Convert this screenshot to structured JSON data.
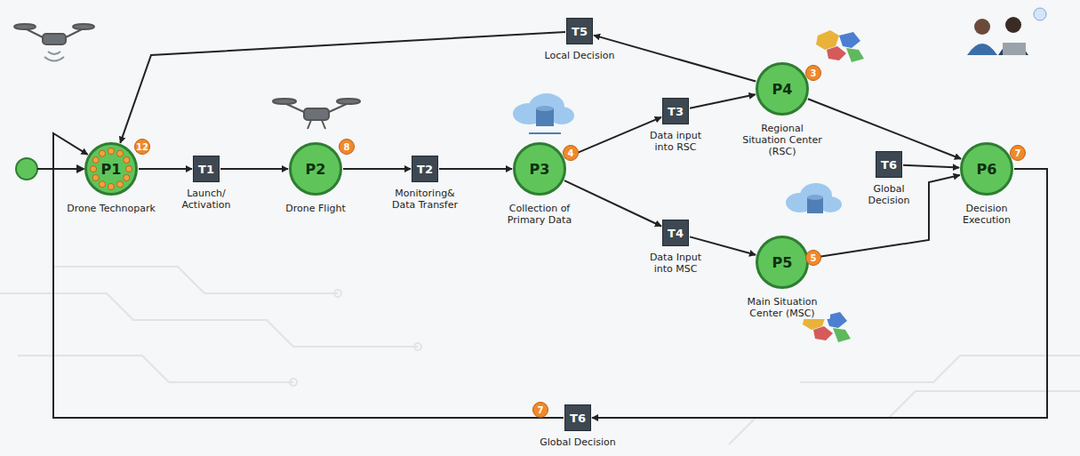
{
  "diagram": {
    "nodes": [
      {
        "text": [
          "P1",
          "Drone Technopark"
        ]
      },
      {
        "text": [
          "T1",
          "Launch/ Activation"
        ]
      },
      {
        "text": [
          "P2",
          "Drone Flight"
        ]
      },
      {
        "text": [
          "T2",
          "Monitoring& Data Transfer"
        ]
      },
      {
        "text": [
          "P3",
          "Collection of Primary Data"
        ]
      },
      {
        "text": [
          "T5",
          "Local Decision"
        ]
      },
      {
        "text": [
          "T3",
          "Data input into RSC"
        ]
      },
      {
        "text": [
          "P4",
          "Regional Situation Center (RSC)"
        ]
      },
      {
        "text": [
          "T4",
          "Data Input into MSC"
        ]
      },
      {
        "text": [
          "P5",
          "Main Situation Center (MSC)"
        ]
      },
      {
        "text": [
          "T6",
          "Global Decision"
        ]
      },
      {
        "text": [
          "P6",
          "Decision Execution"
        ]
      },
      {
        "text": [
          "T6",
          "Global Decision"
        ]
      }
    ],
    "edges": [
      {
        "from": 0,
        "to": 1,
        "arrow": "to"
      },
      {
        "from": 1,
        "to": 2,
        "arrow": "to"
      },
      {
        "from": 2,
        "to": 3,
        "arrow": "to"
      },
      {
        "from": 3,
        "to": 4,
        "arrow": "to"
      },
      {
        "from": 4,
        "to": 6,
        "arrow": "to"
      },
      {
        "from": 4,
        "to": 8,
        "arrow": "to"
      },
      {
        "from": 6,
        "to": 7,
        "arrow": "to"
      },
      {
        "from": 8,
        "to": 9,
        "arrow": "to"
      },
      {
        "from": 7,
        "to": 5,
        "arrow": "to"
      },
      {
        "from": 5,
        "to": 0,
        "arrow": "to"
      },
      {
        "from": 7,
        "to": 11,
        "arrow": "to"
      },
      {
        "from": 10,
        "to": 11,
        "arrow": "to"
      },
      {
        "from": 9,
        "to": 11,
        "arrow": "to"
      },
      {
        "from": 11,
        "to": 12,
        "arrow": "to"
      },
      {
        "from": 12,
        "to": 0,
        "arrow": "to"
      }
    ],
    "labels": [
      "12",
      "8",
      "4",
      "3",
      "5",
      "7",
      "7"
    ]
  }
}
